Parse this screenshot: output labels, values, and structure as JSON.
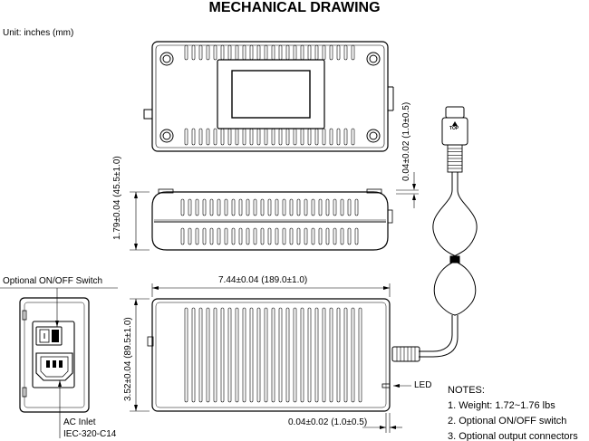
{
  "title": "MECHANICAL DRAWING",
  "unit_label": "Unit: inches (mm)",
  "labels": {
    "switch": "Optional ON/OFF Switch",
    "ac_inlet_1": "AC Inlet",
    "ac_inlet_2": "IEC-320-C14",
    "led": "LED",
    "connector_top": "TOP"
  },
  "dimensions": {
    "height": "1.79±0.04 (45.5±1.0)",
    "length": "7.44±0.04 (189.0±1.0)",
    "width": "3.52±0.04 (89.5±1.0)",
    "gap_vertical": "0.04±0.02 (1.0±0.5)",
    "gap_horizontal": "0.04±0.02 (1.0±0.5)"
  },
  "notes": {
    "heading": "NOTES:",
    "items": [
      "1. Weight: 1.72~1.76 lbs",
      "2. Optional ON/OFF switch",
      "3. Optional output connectors"
    ]
  }
}
